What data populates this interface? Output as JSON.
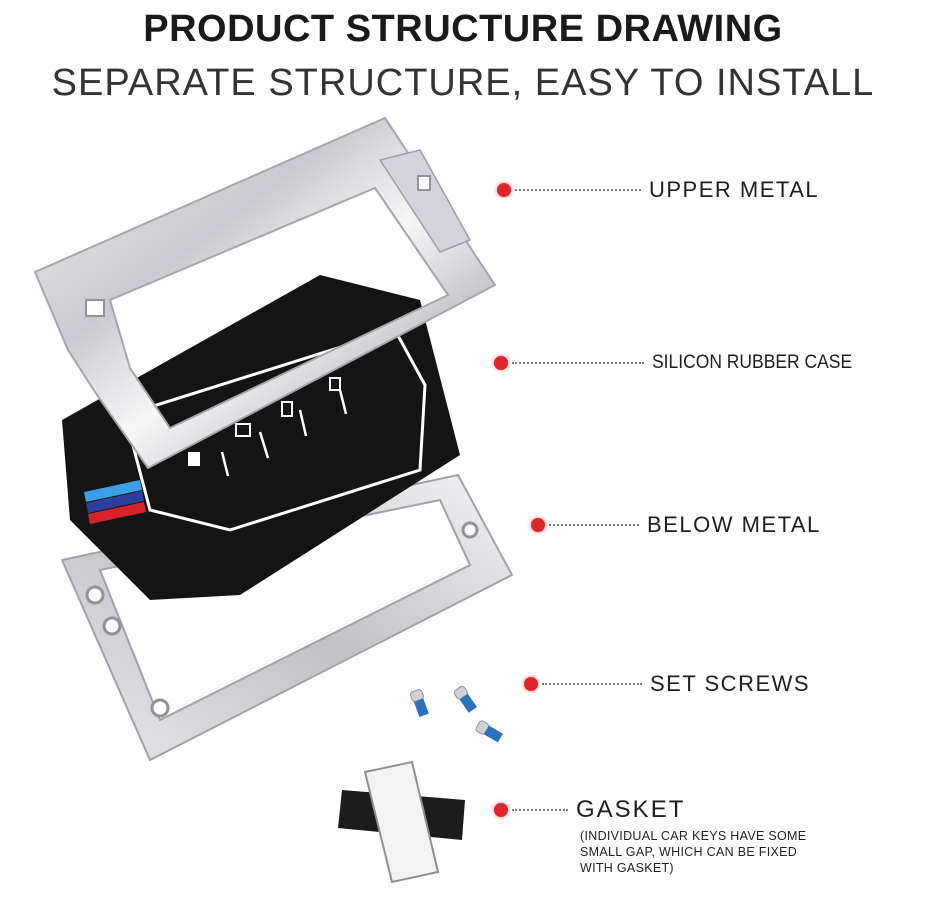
{
  "header": {
    "title": "PRODUCT STRUCTURE DRAWING",
    "subtitle": "SEPARATE STRUCTURE, EASY TO INSTALL"
  },
  "callouts": [
    {
      "id": "upper-metal",
      "label": "UPPER METAL"
    },
    {
      "id": "silicon-rubber-case",
      "label": "SILICON RUBBER CASE"
    },
    {
      "id": "below-metal",
      "label": "BELOW METAL"
    },
    {
      "id": "set-screws",
      "label": "SET SCREWS"
    },
    {
      "id": "gasket",
      "label": "GASKET"
    }
  ],
  "gasket_note": "(INDIVIDUAL CAR KEYS HAVE SOME SMALL GAP, WHICH CAN BE FIXED WITH GASKET)",
  "colors": {
    "marker": "#e0242b",
    "chrome": "#d9dbde",
    "rubber": "#141414",
    "stripe_light_blue": "#3aa0e6",
    "stripe_dark_blue": "#2a3f9e",
    "stripe_red": "#d8232a"
  }
}
